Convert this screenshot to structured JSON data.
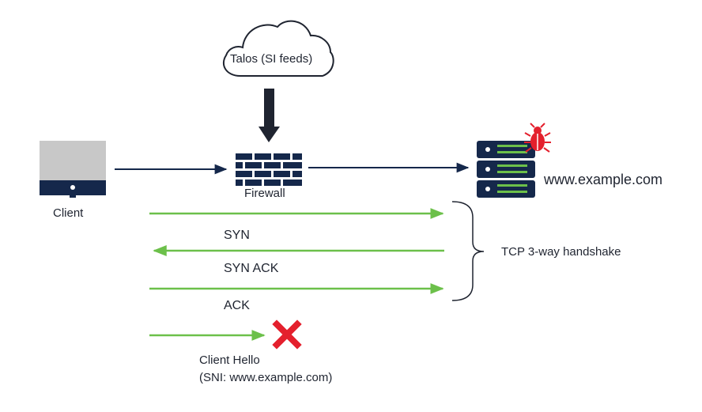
{
  "diagram": {
    "cloud_label": "Talos (SI feeds)",
    "client_label": "Client",
    "firewall_label": "Firewall",
    "server_label": "www.example.com",
    "handshake_label": "TCP 3-way handshake",
    "messages": {
      "syn": "SYN",
      "syn_ack": "SYN ACK",
      "ack": "ACK",
      "client_hello": "Client Hello",
      "sni": "(SNI: www.example.com)"
    }
  },
  "colors": {
    "navy": "#15284b",
    "green": "#6cc04a",
    "bug_red": "#e4202d",
    "blocked_red": "#e4202d",
    "monitor_gray": "#c8c8c8"
  },
  "icons": [
    "cloud-icon",
    "monitor-icon",
    "firewall-icon",
    "server-icon",
    "bug-icon",
    "blocked-x-icon"
  ]
}
